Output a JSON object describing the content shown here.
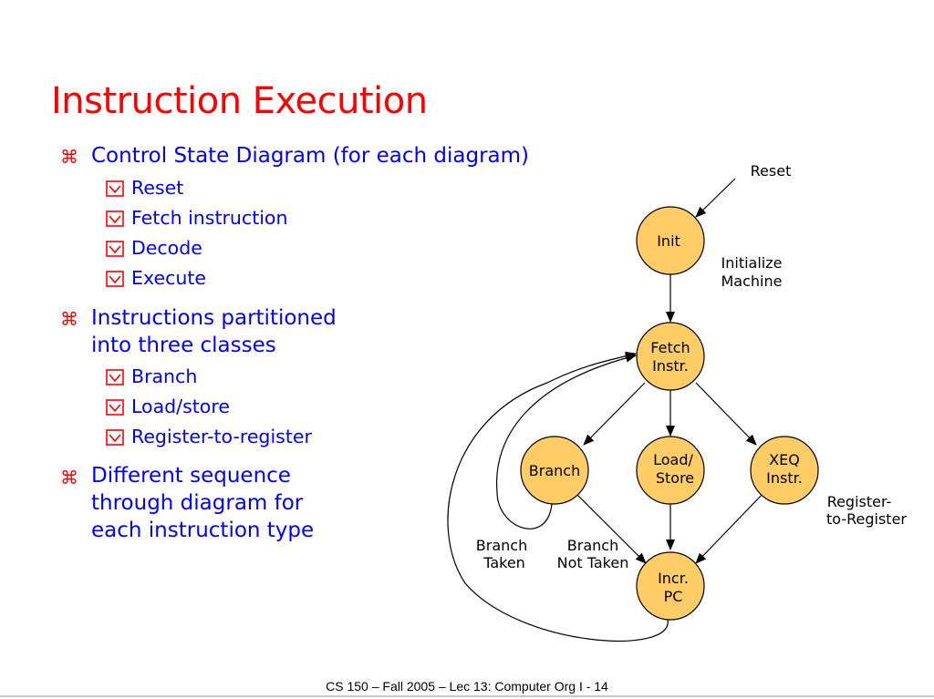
{
  "title": "Instruction Execution",
  "bullets": [
    {
      "lines": [
        "Control State Diagram (for each diagram)"
      ],
      "subitems": [
        "Reset",
        "Fetch instruction",
        "Decode",
        "Execute"
      ]
    },
    {
      "lines": [
        "Instructions partitioned",
        "into three classes"
      ],
      "subitems": [
        "Branch",
        "Load/store",
        "Register-to-register"
      ]
    },
    {
      "lines": [
        "Different sequence",
        "through diagram for",
        "each instruction type"
      ],
      "subitems": []
    }
  ],
  "diagram": {
    "nodes": {
      "init": [
        "Init"
      ],
      "fetch": [
        "Fetch",
        "Instr."
      ],
      "branch": [
        "Branch"
      ],
      "loadstore": [
        "Load/",
        "Store"
      ],
      "xeq": [
        "XEQ",
        "Instr."
      ],
      "incr": [
        "Incr.",
        "PC"
      ]
    },
    "labels": {
      "reset": [
        "Reset"
      ],
      "initialize": [
        "Initialize",
        "Machine"
      ],
      "branch_taken": [
        "Branch",
        "Taken"
      ],
      "branch_not_taken": [
        "Branch",
        "Not Taken"
      ],
      "reg_to_reg": [
        "Register-",
        "to-Register"
      ]
    },
    "node_fill": "#ffcc66",
    "node_stroke": "#000000"
  },
  "colors": {
    "title": "#ff0000",
    "bullet_text": "#0000ff",
    "bullet_mark": "#ff0000"
  },
  "footer": "CS 150 – Fall  2005 – Lec 13: Computer Org I - 14"
}
